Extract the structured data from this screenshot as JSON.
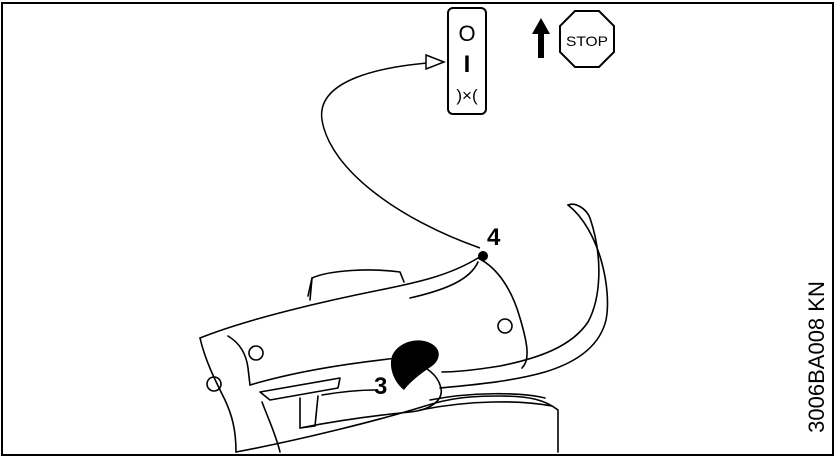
{
  "callouts": {
    "trigger": "3",
    "switch_lever": "4"
  },
  "switch_panel": {
    "off_symbol": "O",
    "run_symbol": "I",
    "choke_symbol": ")×("
  },
  "stop_sign": {
    "label": "STOP"
  },
  "figure_code": "3006BA008 KN",
  "colors": {
    "ink": "#000000",
    "paper": "#ffffff"
  },
  "icons": [
    "up-arrow-icon",
    "stop-sign-icon",
    "master-control-switch-icon"
  ]
}
